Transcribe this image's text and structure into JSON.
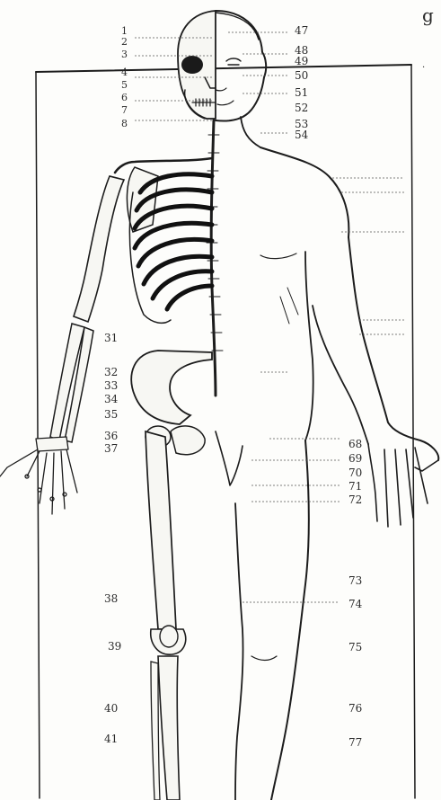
{
  "figure": {
    "header_fragment": "g",
    "left_labels": [
      "1",
      "2",
      "3",
      "4",
      "5",
      "6",
      "7",
      "8",
      "31",
      "32",
      "33",
      "34",
      "35",
      "36",
      "37",
      "38",
      "39",
      "40",
      "41"
    ],
    "right_labels": [
      "47",
      "48",
      "49",
      "50",
      "51",
      "52",
      "53",
      "54",
      "68",
      "69",
      "70",
      "71",
      "72",
      "73",
      "74",
      "75",
      "76",
      "77"
    ]
  },
  "colors": {
    "ink": "#1c1c1c",
    "paper": "#fdfdfb",
    "bone_fill": "#f7f7f3"
  }
}
